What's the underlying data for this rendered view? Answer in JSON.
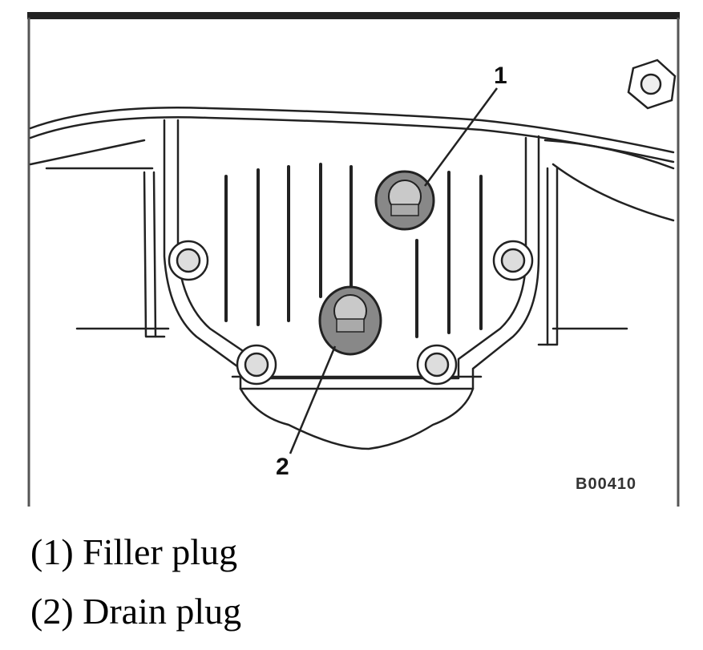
{
  "figure": {
    "callouts": [
      "1",
      "2"
    ],
    "code": "B00410"
  },
  "legend": [
    "(1) Filler plug",
    "(2) Drain plug"
  ]
}
